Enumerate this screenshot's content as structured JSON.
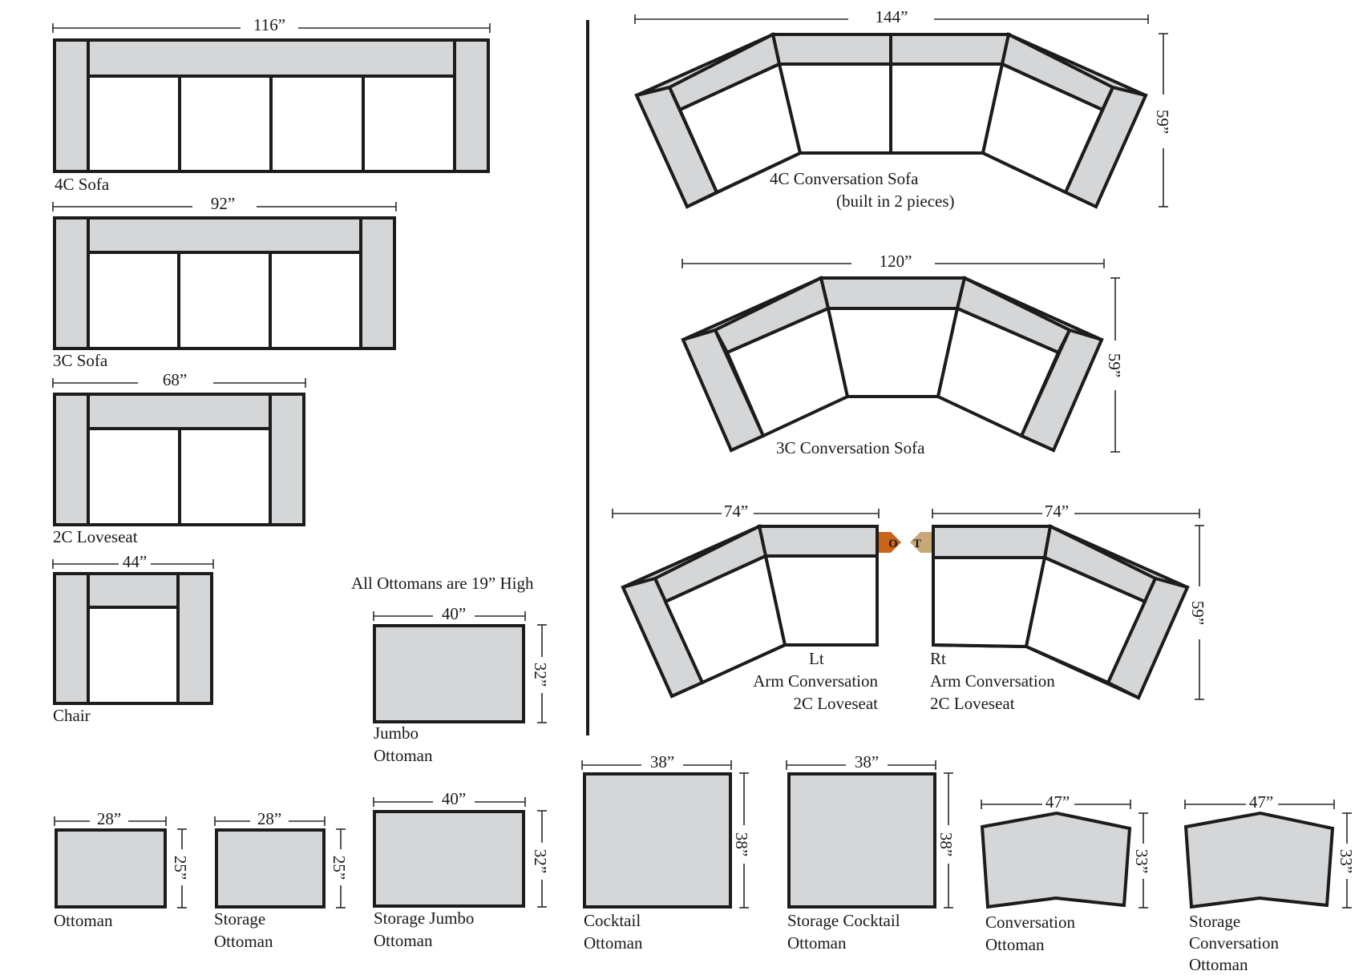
{
  "colors": {
    "upholstery": "#d4d6d8",
    "outline": "#1c1c1c",
    "seat": "#ffffff",
    "connector_dark": "#c8651b",
    "connector_light": "#c9a878"
  },
  "note": "All Ottomans are 19” High",
  "pieces": {
    "sofa_4c": {
      "label": "4C Sofa",
      "width": "116”"
    },
    "sofa_3c": {
      "label": "3C Sofa",
      "width": "92”"
    },
    "loveseat_2c": {
      "label": "2C Loveseat",
      "width": "68”"
    },
    "chair": {
      "label": "Chair",
      "width": "44”"
    },
    "jumbo_ottoman": {
      "label_line1": "Jumbo",
      "label_line2": "Ottoman",
      "width": "40”",
      "depth": "32”"
    },
    "ottoman": {
      "label": "Ottoman",
      "width": "28”",
      "depth": "25”"
    },
    "storage_ottoman": {
      "label_line1": "Storage",
      "label_line2": "Ottoman",
      "width": "28”",
      "depth": "25”"
    },
    "storage_jumbo_ottoman": {
      "label_line1": "Storage Jumbo",
      "label_line2": "Ottoman",
      "width": "40”",
      "depth": "32”"
    },
    "cocktail_ottoman": {
      "label_line1": "Cocktail",
      "label_line2": "Ottoman",
      "width": "38”",
      "depth": "38”"
    },
    "storage_cocktail_ottoman": {
      "label_line1": "Storage Cocktail",
      "label_line2": "Ottoman",
      "width": "38”",
      "depth": "38”"
    },
    "conversation_ottoman": {
      "label_line1": "Conversation",
      "label_line2": "Ottoman",
      "width": "47”",
      "depth": "33”"
    },
    "storage_conversation_ottoman": {
      "label_line1": "Storage",
      "label_line2": "Conversation",
      "label_line3": "Ottoman",
      "width": "47”",
      "depth": "33”"
    },
    "conv_sofa_4c": {
      "label_line1": "4C Conversation Sofa",
      "label_line2": "(built in 2 pieces)",
      "width": "144”",
      "depth": "59”"
    },
    "conv_sofa_3c": {
      "label": "3C Conversation Sofa",
      "width": "120”",
      "depth": "59”"
    },
    "lt_arm_loveseat": {
      "label_line1": "Lt",
      "label_line2": "Arm Conversation",
      "label_line3": "2C Loveseat",
      "width": "74”"
    },
    "rt_arm_loveseat": {
      "label_line1": "Rt",
      "label_line2": "Arm Conversation",
      "label_line3": "2C Loveseat",
      "width": "74”",
      "depth": "59”"
    },
    "connector": {
      "left_letter": "O",
      "right_letter": "T"
    }
  }
}
